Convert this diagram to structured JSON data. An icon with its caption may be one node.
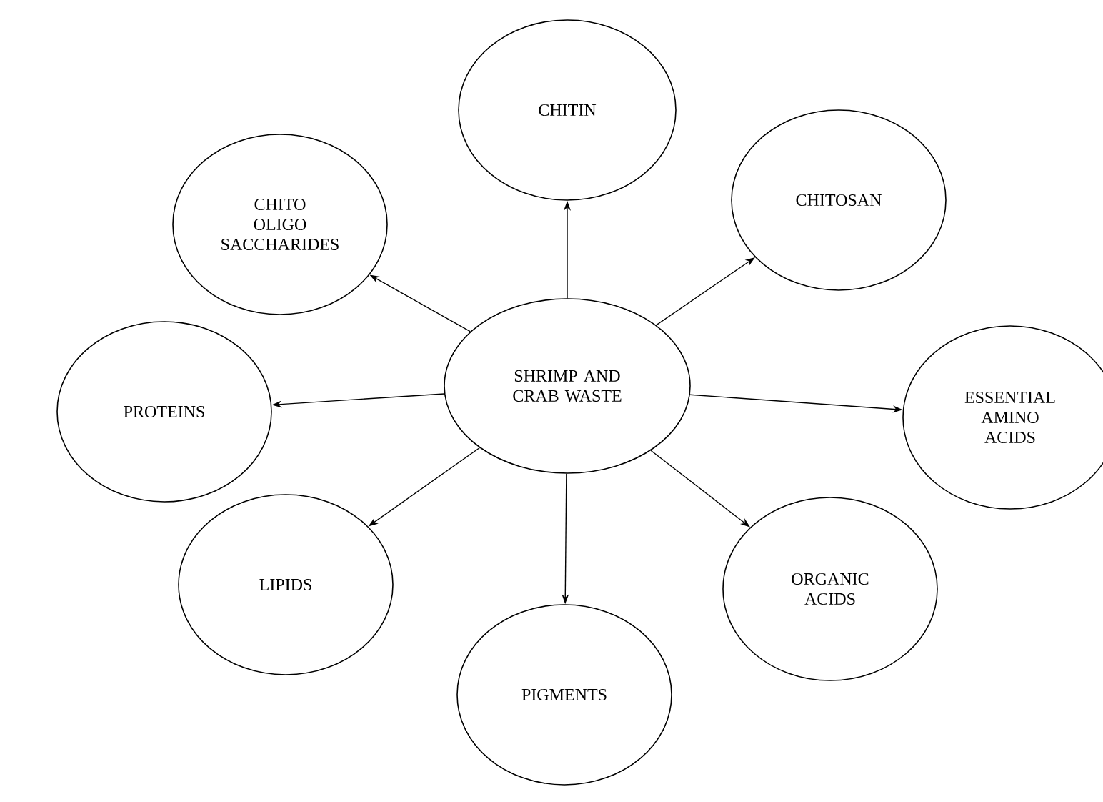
{
  "diagram": {
    "nodes": [
      {
        "text": [
          "SHRIMP AND CRAB WASTE"
        ]
      },
      {
        "text": [
          "CHITIN"
        ]
      },
      {
        "text": [
          "CHITOSAN"
        ]
      },
      {
        "text": [
          "ESSENTIAL AMINO ACIDS"
        ]
      },
      {
        "text": [
          "ORGANIC ACIDS"
        ]
      },
      {
        "text": [
          "PIGMENTS"
        ]
      },
      {
        "text": [
          "LIPIDS"
        ]
      },
      {
        "text": [
          "PROTEINS"
        ]
      },
      {
        "text": [
          "CHITO OLIGO SACCHARIDES"
        ]
      }
    ],
    "edges": [
      {
        "from": 0,
        "to": 1,
        "arrow": "to"
      },
      {
        "from": 0,
        "to": 2,
        "arrow": "to"
      },
      {
        "from": 0,
        "to": 3,
        "arrow": "to"
      },
      {
        "from": 0,
        "to": 4,
        "arrow": "to"
      },
      {
        "from": 0,
        "to": 5,
        "arrow": "to"
      },
      {
        "from": 0,
        "to": 6,
        "arrow": "to"
      },
      {
        "from": 0,
        "to": 7,
        "arrow": "to"
      },
      {
        "from": 0,
        "to": 8,
        "arrow": "to"
      }
    ]
  }
}
